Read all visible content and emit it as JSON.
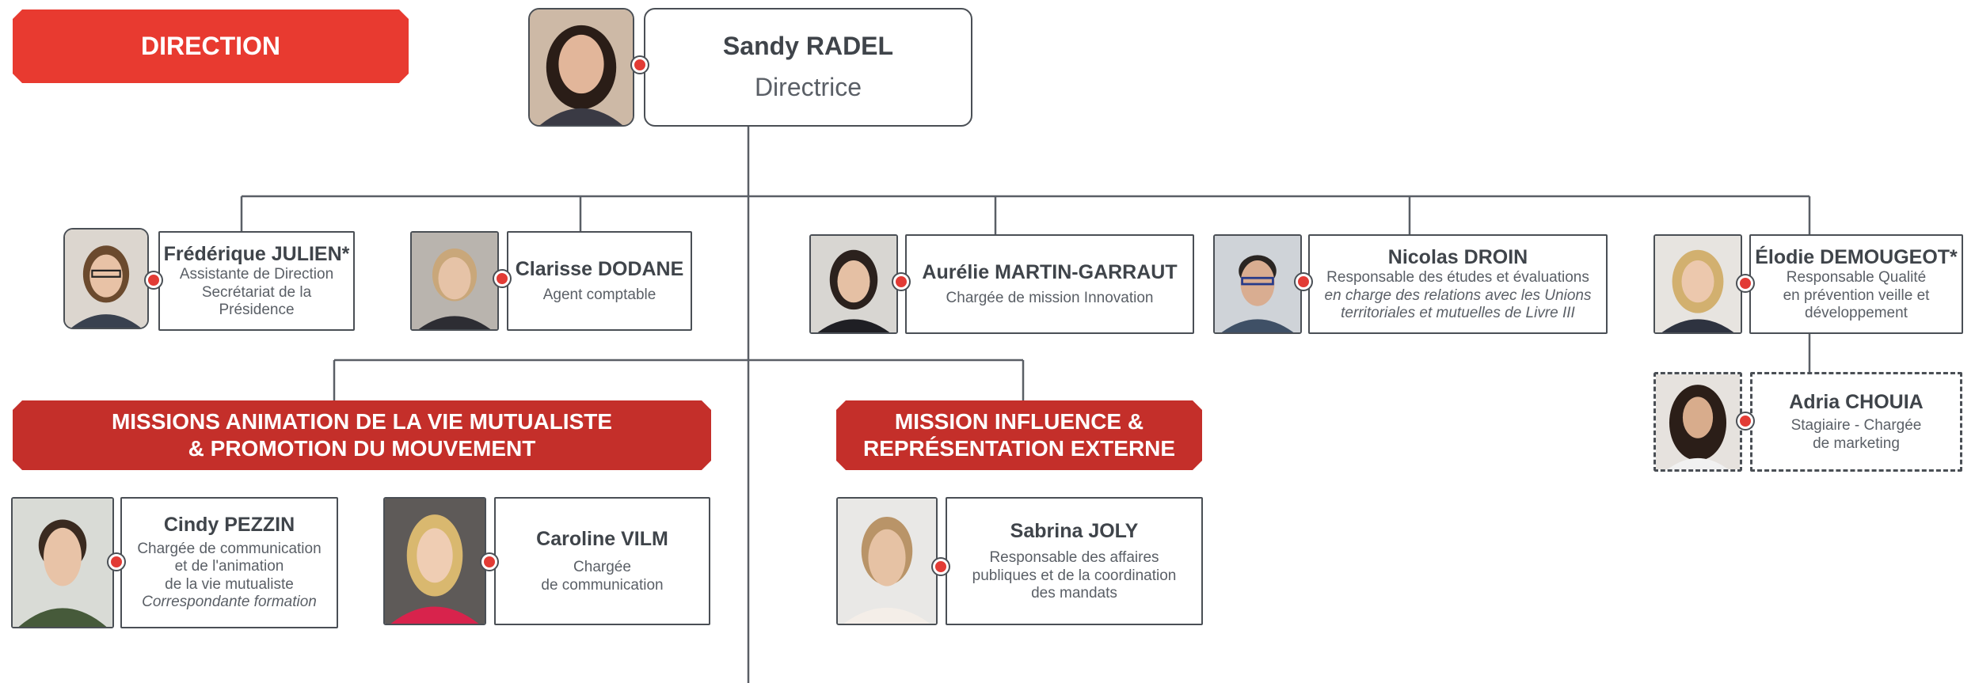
{
  "banners": {
    "direction": "DIRECTION",
    "missions_animation": [
      "MISSIONS ANIMATION DE LA VIE MUTUALISTE",
      "& PROMOTION DU MOUVEMENT"
    ],
    "mission_influence": [
      "MISSION INFLUENCE &",
      "REPRÉSENTATION EXTERNE"
    ]
  },
  "people": {
    "radel": {
      "name": "Sandy RADEL",
      "roles": [
        "Directrice"
      ]
    },
    "julien": {
      "name": "Frédérique JULIEN*",
      "roles": [
        "Assistante de Direction",
        "Secrétariat de la",
        "Présidence"
      ]
    },
    "dodane": {
      "name": "Clarisse DODANE",
      "roles": [
        "Agent comptable"
      ]
    },
    "martin": {
      "name": "Aurélie MARTIN-GARRAUT",
      "roles": [
        "Chargée de mission Innovation"
      ]
    },
    "droin": {
      "name": "Nicolas DROIN",
      "roles": [
        "Responsable des études et évaluations",
        "en charge des relations avec les Unions",
        "territoriales et mutuelles de Livre III"
      ]
    },
    "demougeot": {
      "name": "Élodie DEMOUGEOT*",
      "roles": [
        "Responsable Qualité",
        "en prévention veille et",
        "développement"
      ]
    },
    "chouia": {
      "name": "Adria CHOUIA",
      "roles": [
        "Stagiaire - Chargée",
        "de marketing"
      ]
    },
    "pezzin": {
      "name": "Cindy PEZZIN",
      "roles": [
        "Chargée de communication",
        "et de l'animation",
        "de la vie mutualiste",
        "Correspondante formation"
      ]
    },
    "vilm": {
      "name": "Caroline VILM",
      "roles": [
        "Chargée",
        "de communication"
      ]
    },
    "joly": {
      "name": "Sabrina JOLY",
      "roles": [
        "Responsable des affaires",
        "publiques et de la coordination",
        "des mandats"
      ]
    }
  },
  "colors": {
    "accent": "#e83a30",
    "accent_dark": "#c42f2a",
    "line": "#4a4f55"
  }
}
